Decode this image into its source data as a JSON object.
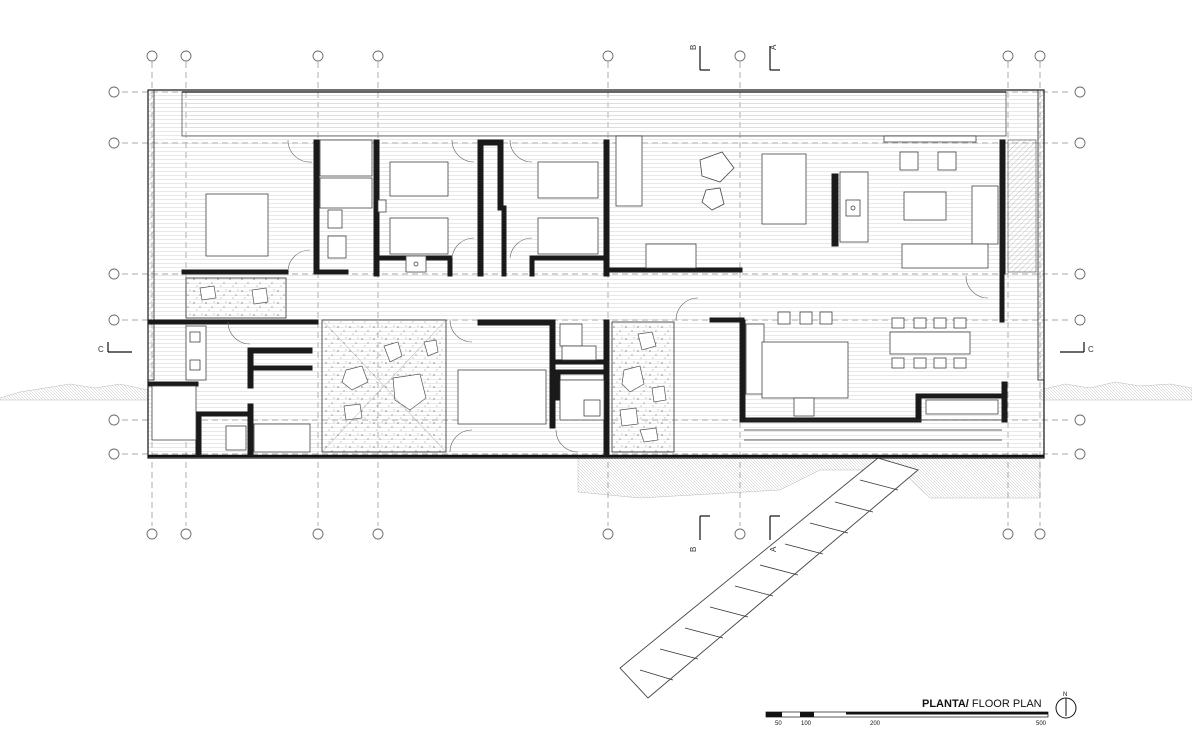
{
  "title": {
    "bold": "PLANTA/",
    "regular": " FLOOR PLAN"
  },
  "section_marks": {
    "a": "A",
    "b": "B",
    "c": "C"
  },
  "north_label": "N",
  "scale_bar": {
    "labels": [
      "50",
      "100",
      "200",
      "500"
    ]
  }
}
